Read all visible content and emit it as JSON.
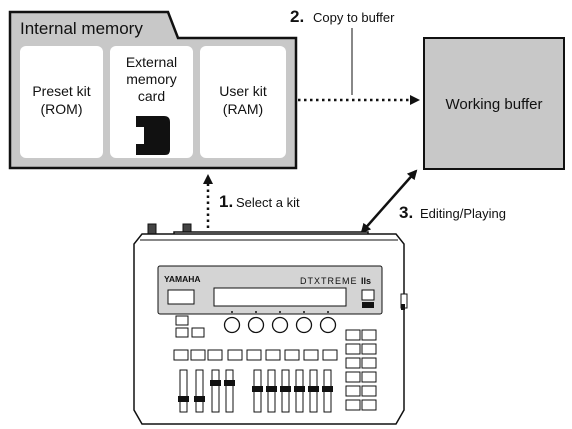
{
  "memory_box": {
    "tab_label": "Internal memory",
    "slots": [
      {
        "lines": [
          "Preset kit",
          "(ROM)"
        ]
      },
      {
        "lines": [
          "External",
          "memory",
          "card"
        ],
        "icon": "memory-card-icon"
      },
      {
        "lines": [
          "User kit",
          "(RAM)"
        ]
      }
    ]
  },
  "working_buffer": {
    "label": "Working buffer"
  },
  "steps": [
    {
      "number": "1.",
      "text": "Select a kit"
    },
    {
      "number": "2.",
      "text": "Copy to buffer"
    },
    {
      "number": "3.",
      "text": "Editing/Playing"
    }
  ],
  "device": {
    "brand": "YAMAHA",
    "model": "DTXTREME",
    "model_suffix": "IIs"
  },
  "colors": {
    "panel_gray": "#c8c8c8",
    "buffer_gray": "#c8c8c8",
    "slot_white": "#ffffff",
    "line": "#111111"
  }
}
